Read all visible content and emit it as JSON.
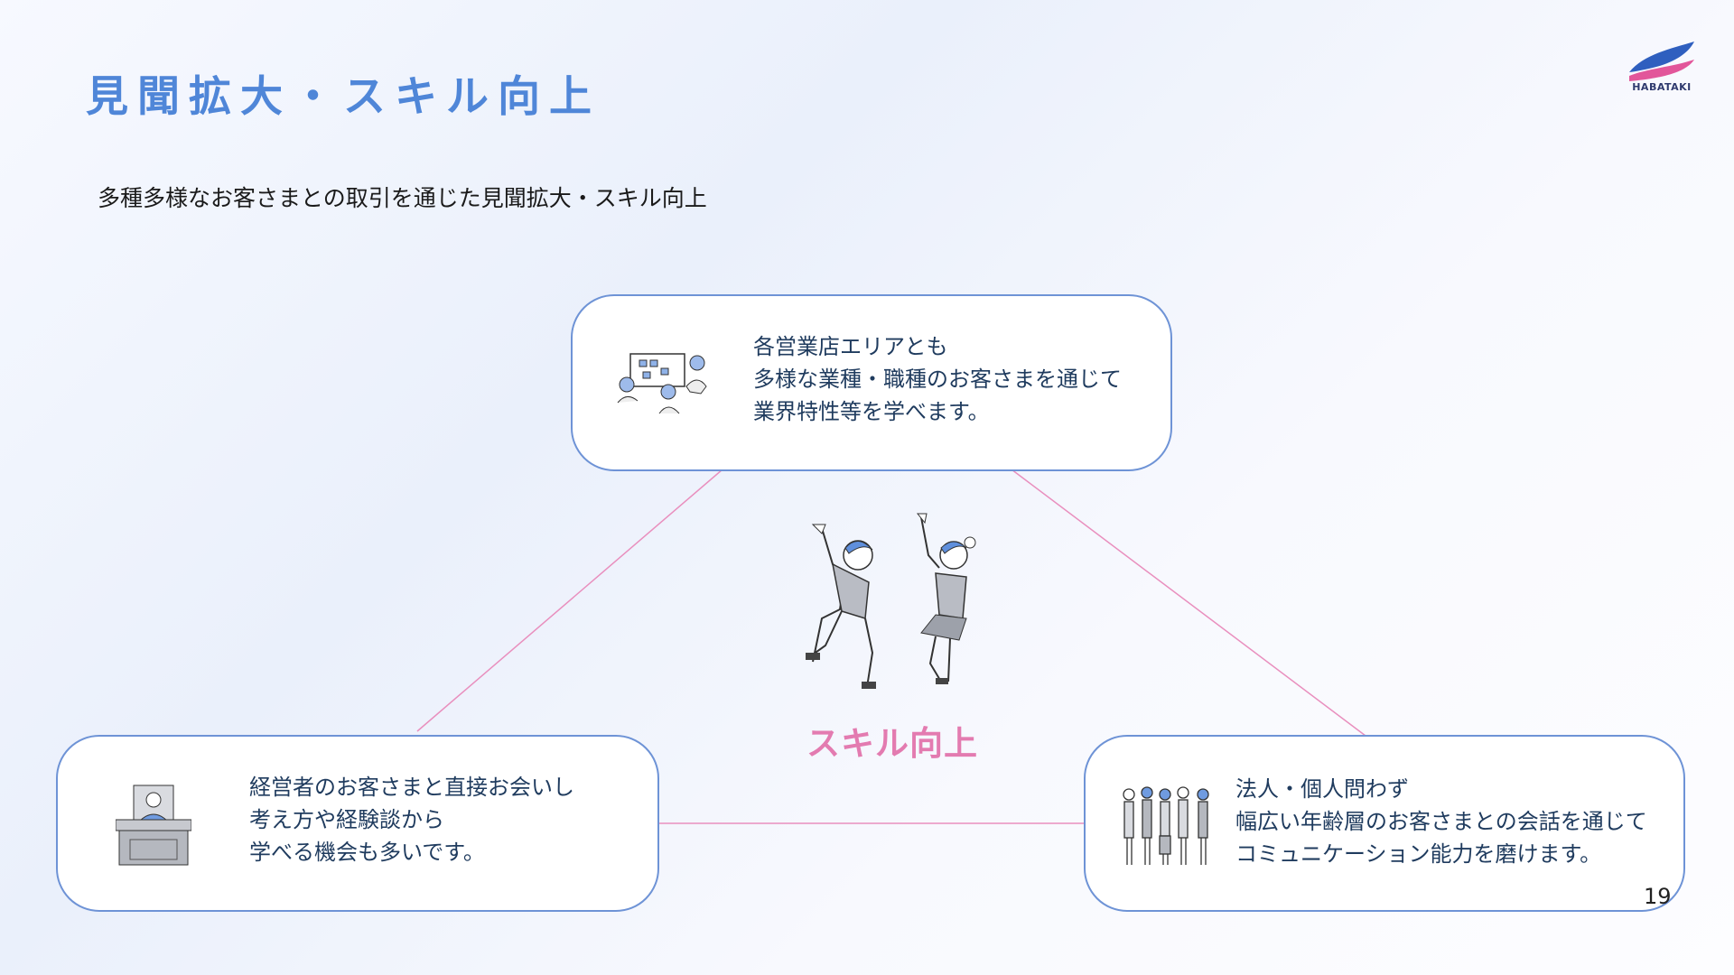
{
  "title": "見聞拡大・スキル向上",
  "logo": {
    "text": "HABATAKI"
  },
  "subtitle": "多種多様なお客さまとの取引を通じた見聞拡大・スキル向上",
  "cards": {
    "top": {
      "lines": [
        "各営業店エリアとも",
        "多様な業種・職種のお客さまを通じて",
        "業界特性等を学べます。"
      ]
    },
    "left": {
      "lines": [
        "経営者のお客さまと直接お会いし",
        "考え方や経験談から",
        "学べる機会も多いです。"
      ]
    },
    "right": {
      "lines": [
        "法人・個人問わず",
        "幅広い年齢層のお客さまとの会話を通じて",
        "コミュニケーション能力を磨けます。"
      ]
    }
  },
  "center_label": "スキル向上",
  "page_number": "19",
  "colors": {
    "title": "#4f86d8",
    "card_border": "#6e93d6",
    "connector": "#e98fbe",
    "accent_label": "#e37bb0",
    "text": "#1f3b5e"
  }
}
